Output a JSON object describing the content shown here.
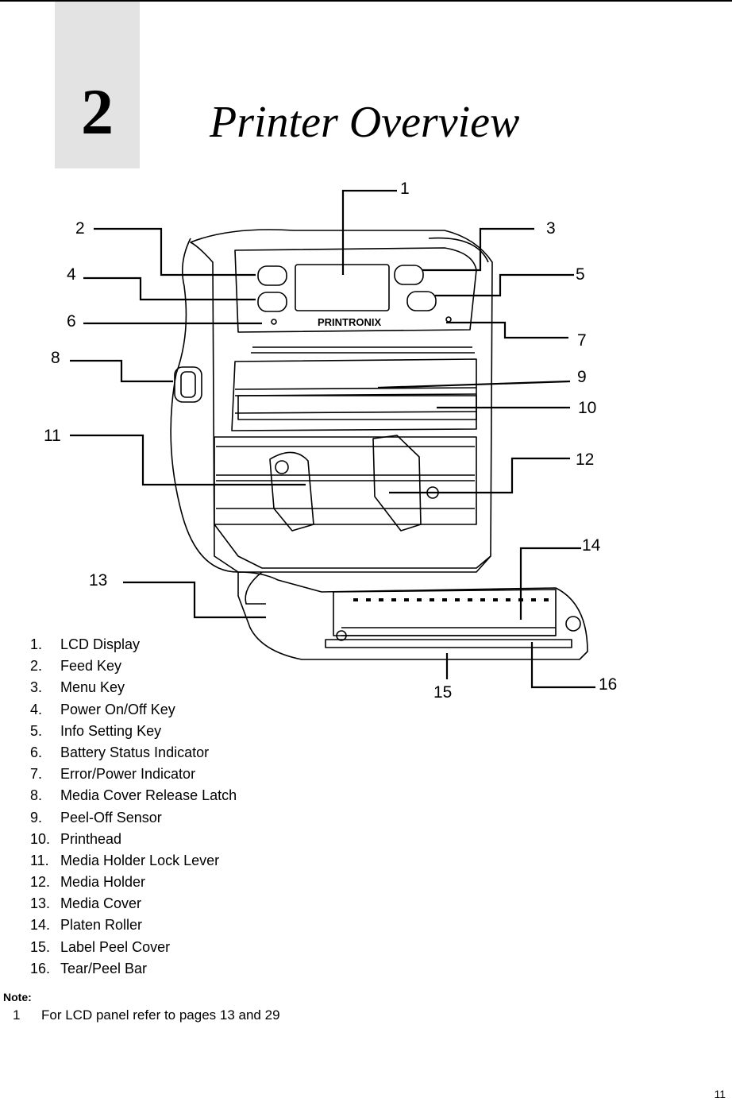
{
  "chapter": {
    "number": "2",
    "title": "Printer Overview"
  },
  "figure": {
    "brand_label": "PRINTRONIX",
    "callouts": [
      "1",
      "2",
      "3",
      "4",
      "5",
      "6",
      "7",
      "8",
      "9",
      "10",
      "11",
      "12",
      "13",
      "14",
      "15",
      "16"
    ]
  },
  "legend": [
    {
      "num": "1.",
      "label": "LCD Display"
    },
    {
      "num": "2.",
      "label": "Feed Key"
    },
    {
      "num": "3.",
      "label": "Menu Key"
    },
    {
      "num": "4.",
      "label": "Power On/Off Key"
    },
    {
      "num": "5.",
      "label": "Info Setting Key"
    },
    {
      "num": "6.",
      "label": "Battery Status Indicator"
    },
    {
      "num": "7.",
      "label": "Error/Power Indicator"
    },
    {
      "num": "8.",
      "label": "Media Cover Release Latch"
    },
    {
      "num": "9.",
      "label": "Peel-Off Sensor"
    },
    {
      "num": "10.",
      "label": "Printhead"
    },
    {
      "num": "11.",
      "label": "Media Holder Lock Lever"
    },
    {
      "num": "12.",
      "label": "Media Holder"
    },
    {
      "num": "13.",
      "label": "Media Cover"
    },
    {
      "num": "14.",
      "label": "Platen Roller"
    },
    {
      "num": "15.",
      "label": "Label Peel Cover"
    },
    {
      "num": "16.",
      "label": "Tear/Peel Bar"
    }
  ],
  "note": {
    "label": "Note:",
    "num": "1",
    "text": "For LCD panel refer to pages 13 and 29"
  },
  "page_number": "11"
}
